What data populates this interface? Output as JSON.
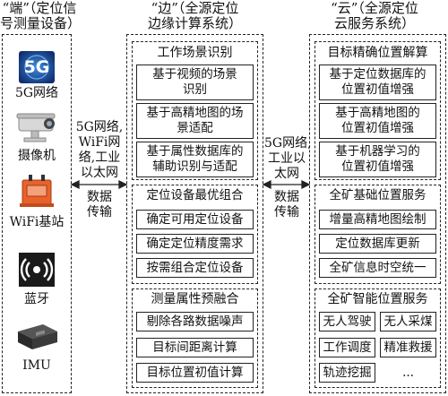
{
  "headers": {
    "device": [
      "“端”（定位信",
      "号测量设备）"
    ],
    "edge": [
      "“边”（全源定位",
      "边缘计算系统）"
    ],
    "cloud": [
      "“云”（全源定位",
      "云服务系统）"
    ]
  },
  "devices": [
    {
      "label": "5G网络",
      "icon": "5g-network-icon",
      "badge": "5G"
    },
    {
      "label": "摄像机",
      "icon": "camera-icon"
    },
    {
      "label": "WiFi基站",
      "icon": "wifi-station-icon"
    },
    {
      "label": "蓝牙",
      "icon": "bluetooth-icon"
    },
    {
      "label": "IMU",
      "icon": "imu-icon"
    }
  ],
  "link_left": [
    "5G网络,",
    "WiFi网",
    "络,工业",
    "以太网",
    "数据",
    "传输"
  ],
  "link_right": [
    "5G网络,",
    "工业以",
    "太网",
    "数据",
    "传输"
  ],
  "edge": {
    "scene": {
      "title": "工作场景识别",
      "items": [
        "基于视频的场景|识别",
        "基于高精地图的场|景适配",
        "基于属性数据库的|辅助识别与适配"
      ]
    },
    "combine": {
      "items": [
        "定位设备最优组合",
        "确定可用定位设备",
        "确定定位精度需求",
        "按需组合定位设备"
      ]
    },
    "fusion": {
      "title": "测量属性预融合",
      "items": [
        "剔除各路数据噪声",
        "目标间距离计算",
        "目标位置初值计算"
      ]
    }
  },
  "cloud": {
    "solve": {
      "title": "目标精确位置解算",
      "items": [
        "基于定位数据库的|位置初值增强",
        "基于高精地图的|位置初值增强",
        "基于机器学习的|位置初值增强"
      ]
    },
    "base": {
      "title": "全矿基础位置服务",
      "items": [
        "增量高精地图绘制",
        "定位数据库更新",
        "全矿信息时空统一"
      ]
    },
    "smart": {
      "title": "全矿智能位置服务",
      "items": [
        "无人驾驶",
        "无人采煤",
        "工作调度",
        "精准救援",
        "轨迹挖掘",
        "..."
      ]
    }
  },
  "colors": {
    "line": "#222222",
    "orange": "#e8622a",
    "blue5g": "#1d4fa0",
    "dark": "#1a1a1a"
  }
}
